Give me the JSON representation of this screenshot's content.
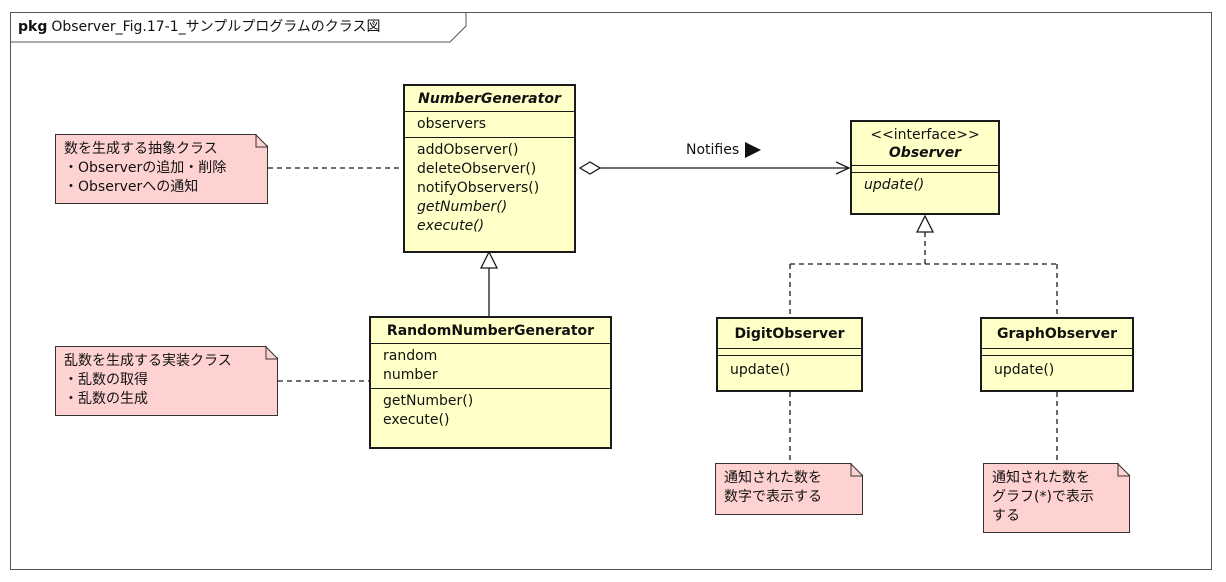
{
  "package": {
    "keyword": "pkg",
    "title": "Observer_Fig.17-1_サンプルプログラムのクラス図"
  },
  "classes": {
    "number_generator": {
      "name": "NumberGenerator",
      "attributes": [
        "observers"
      ],
      "operations": [
        "addObserver()",
        "deleteObserver()",
        "notifyObservers()",
        "getNumber()",
        "execute()"
      ]
    },
    "random_number_generator": {
      "name": "RandomNumberGenerator",
      "attributes": [
        "random",
        "number"
      ],
      "operations": [
        "getNumber()",
        "execute()"
      ]
    },
    "observer": {
      "stereotype": "<<interface>>",
      "name": "Observer",
      "operations": [
        "update()"
      ]
    },
    "digit_observer": {
      "name": "DigitObserver",
      "operations": [
        "update()"
      ]
    },
    "graph_observer": {
      "name": "GraphObserver",
      "operations": [
        "update()"
      ]
    }
  },
  "association": {
    "label": "Notifies"
  },
  "notes": {
    "number_generator_note": [
      "数を生成する抽象クラス",
      "・Observerの追加・削除",
      "・Observerへの通知"
    ],
    "random_note": [
      "乱数を生成する実装クラス",
      "・乱数の取得",
      "・乱数の生成"
    ],
    "digit_note": [
      "通知された数を",
      "数字で表示する"
    ],
    "graph_note": [
      "通知された数を",
      "グラフ(*)で表示",
      "する"
    ]
  },
  "colors": {
    "class_fill": "#ffffc8",
    "note_fill": "#ffd2d2",
    "line": "#1a1a1a"
  }
}
